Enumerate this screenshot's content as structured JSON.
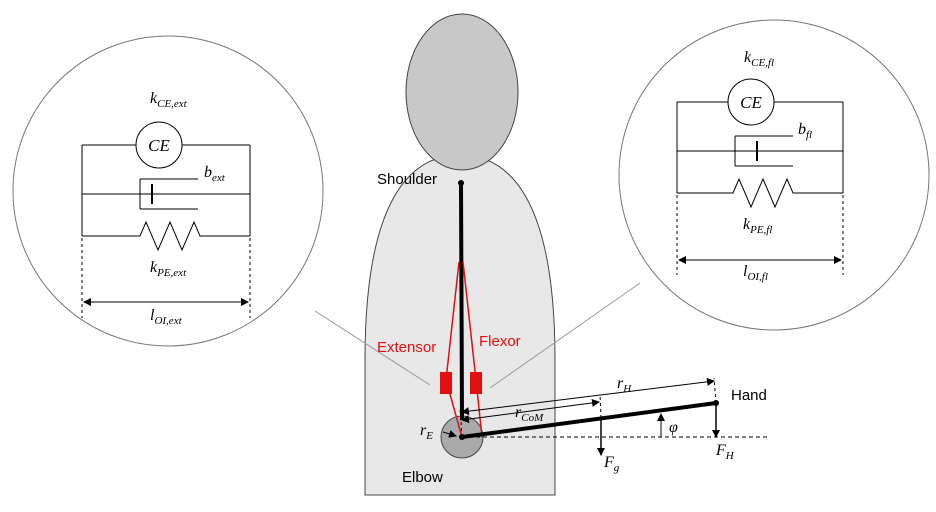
{
  "body_labels": {
    "shoulder": "Shoulder",
    "elbow": "Elbow",
    "hand": "Hand",
    "extensor": "Extensor",
    "flexor": "Flexor"
  },
  "symbols": {
    "r_h": {
      "main": "r",
      "sub": "H"
    },
    "r_com": {
      "main": "r",
      "sub": "CoM"
    },
    "r_e": {
      "main": "r",
      "sub": "E"
    },
    "f_g": {
      "main": "F",
      "sub": "g"
    },
    "f_h": {
      "main": "F",
      "sub": "H"
    },
    "phi": "φ"
  },
  "extensor_model": {
    "k_ce": {
      "main": "k",
      "sub": "CE,ext"
    },
    "ce": "CE",
    "b": {
      "main": "b",
      "sub": "ext"
    },
    "k_pe": {
      "main": "k",
      "sub": "PE,ext"
    },
    "l_oi": {
      "main": "l",
      "sub": "OI,ext"
    }
  },
  "flexor_model": {
    "k_ce": {
      "main": "k",
      "sub": "CE,fl"
    },
    "ce": "CE",
    "b": {
      "main": "b",
      "sub": "fl"
    },
    "k_pe": {
      "main": "k",
      "sub": "PE,fl"
    },
    "l_oi": {
      "main": "l",
      "sub": "OI,fl"
    }
  },
  "colors": {
    "body_fill": "#e8e8e8",
    "head_fill": "#c8c8c8",
    "muscle": "#e01010",
    "outline": "#444444"
  }
}
